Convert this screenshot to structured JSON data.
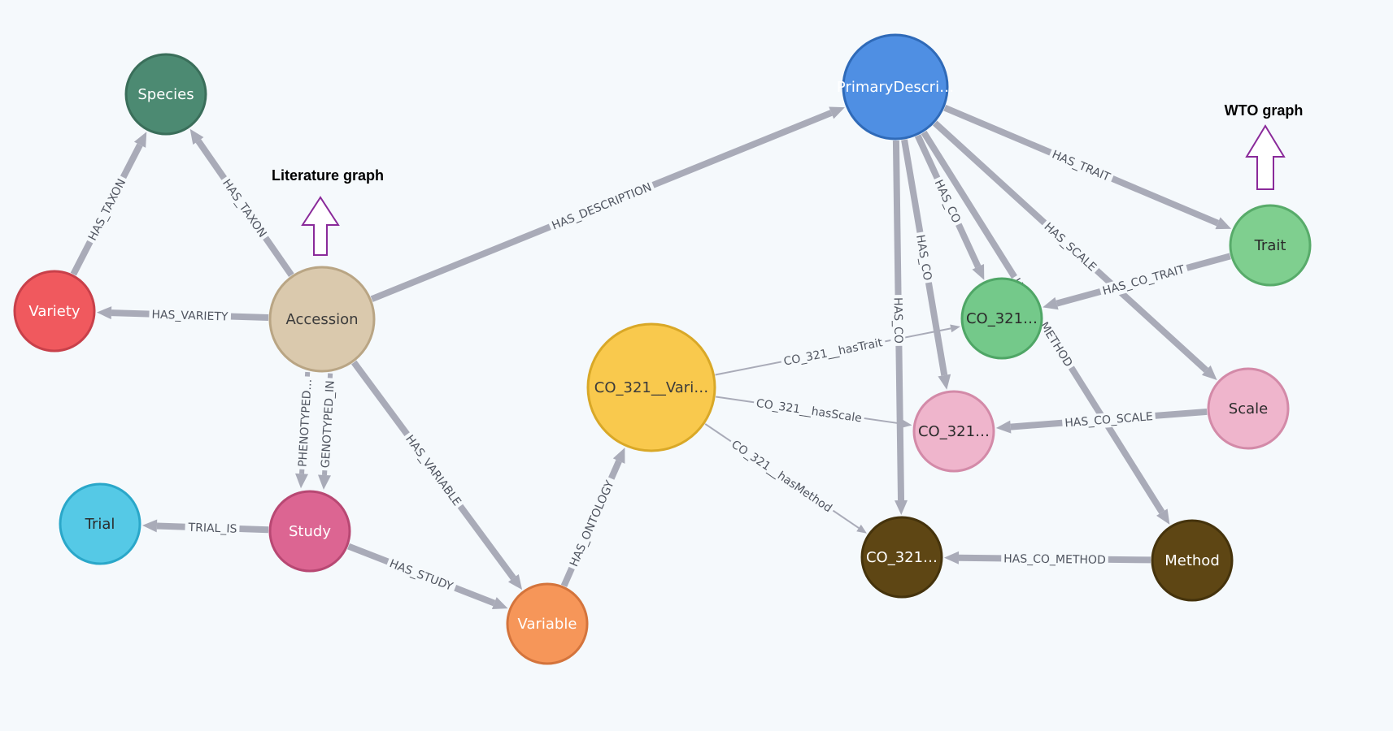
{
  "nodes": [
    {
      "id": "primary",
      "label": "PrimaryDescri…",
      "fill": "#4f8fe3",
      "stroke": "#2f6ab8",
      "text": "#ffffff"
    },
    {
      "id": "species",
      "label": "Species",
      "fill": "#4c8a72",
      "stroke": "#3a6e5a",
      "text": "#ffffff"
    },
    {
      "id": "variety",
      "label": "Variety",
      "fill": "#f0595e",
      "stroke": "#c8404a",
      "text": "#ffffff"
    },
    {
      "id": "accession",
      "label": "Accession",
      "fill": "#dac9ad",
      "stroke": "#b9a584",
      "text": "#3b3b3b"
    },
    {
      "id": "study",
      "label": "Study",
      "fill": "#dc6592",
      "stroke": "#b84873",
      "text": "#ffffff"
    },
    {
      "id": "trial",
      "label": "Trial",
      "fill": "#55c9e6",
      "stroke": "#2aa7c9",
      "text": "#2b2b2b"
    },
    {
      "id": "variable",
      "label": "Variable",
      "fill": "#f69659",
      "stroke": "#d4743c",
      "text": "#ffffff"
    },
    {
      "id": "covar",
      "label": "CO_321__Vari…",
      "fill": "#f9c94d",
      "stroke": "#d9a827",
      "text": "#3b3b3b"
    },
    {
      "id": "cotrait",
      "label": "CO_321…",
      "fill": "#74c98a",
      "stroke": "#4fa666",
      "text": "#2b2b2b"
    },
    {
      "id": "coscale",
      "label": "CO_321…",
      "fill": "#efb5cc",
      "stroke": "#d38aa8",
      "text": "#2b2b2b"
    },
    {
      "id": "comethod",
      "label": "CO_321…",
      "fill": "#5e4614",
      "stroke": "#45330c",
      "text": "#ffffff"
    },
    {
      "id": "trait",
      "label": "Trait",
      "fill": "#7fcf8f",
      "stroke": "#58ab6a",
      "text": "#2b2b2b"
    },
    {
      "id": "scale",
      "label": "Scale",
      "fill": "#efb5cc",
      "stroke": "#d38aa8",
      "text": "#2b2b2b"
    },
    {
      "id": "method",
      "label": "Method",
      "fill": "#5e4614",
      "stroke": "#45330c",
      "text": "#ffffff"
    }
  ],
  "edges": [
    {
      "from": "variety",
      "to": "species",
      "label": "HAS_TAXON"
    },
    {
      "from": "accession",
      "to": "species",
      "label": "HAS_TAXON"
    },
    {
      "from": "accession",
      "to": "variety",
      "label": "HAS_VARIETY"
    },
    {
      "from": "accession",
      "to": "primary",
      "label": "HAS_DESCRIPTION"
    },
    {
      "from": "accession",
      "to": "study",
      "label": "GENOTYPED_IN"
    },
    {
      "from": "accession",
      "to": "study",
      "label": "PHENOTYPED…"
    },
    {
      "from": "accession",
      "to": "variable",
      "label": "HAS_VARIABLE"
    },
    {
      "from": "study",
      "to": "trial",
      "label": "TRIAL_IS"
    },
    {
      "from": "study",
      "to": "variable",
      "label": "HAS_STUDY"
    },
    {
      "from": "variable",
      "to": "covar",
      "label": "HAS_ONTOLOGY"
    },
    {
      "from": "covar",
      "to": "cotrait",
      "label": "CO_321__hasTrait"
    },
    {
      "from": "covar",
      "to": "coscale",
      "label": "CO_321__hasScale"
    },
    {
      "from": "covar",
      "to": "comethod",
      "label": "CO_321__hasMethod"
    },
    {
      "from": "primary",
      "to": "trait",
      "label": "HAS_TRAIT"
    },
    {
      "from": "primary",
      "to": "cotrait",
      "label": "HAS_CO"
    },
    {
      "from": "primary",
      "to": "coscale",
      "label": "HAS_CO"
    },
    {
      "from": "primary",
      "to": "comethod",
      "label": "HAS_CO"
    },
    {
      "from": "primary",
      "to": "scale",
      "label": "HAS_SCALE"
    },
    {
      "from": "primary",
      "to": "method",
      "label": "HAS_CO_METHOD"
    },
    {
      "from": "trait",
      "to": "cotrait",
      "label": "HAS_CO_TRAIT"
    },
    {
      "from": "scale",
      "to": "coscale",
      "label": "HAS_CO_SCALE"
    },
    {
      "from": "method",
      "to": "comethod",
      "label": "HAS_CO_METHOD"
    }
  ],
  "annotations": {
    "literature": "Literature graph",
    "wto": "WTO graph"
  },
  "colors": {
    "edge": "#a9abb8",
    "arrow_outline": "#8a2a9a"
  }
}
